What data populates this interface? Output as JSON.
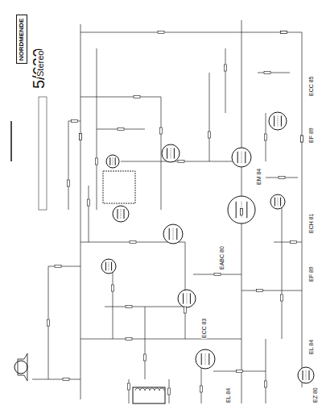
{
  "diagram": {
    "title": "5/630",
    "nodes": [
      {
        "text": [
          "NORDMENDE"
        ]
      }
    ],
    "labels": [
      "Stereo",
      "ECC 85",
      "EF 89",
      "EM 84",
      "ECH 81",
      "EF 89",
      "EABC 80",
      "ECC 83",
      "EL 84",
      "EL 84",
      "EZ 80"
    ]
  }
}
